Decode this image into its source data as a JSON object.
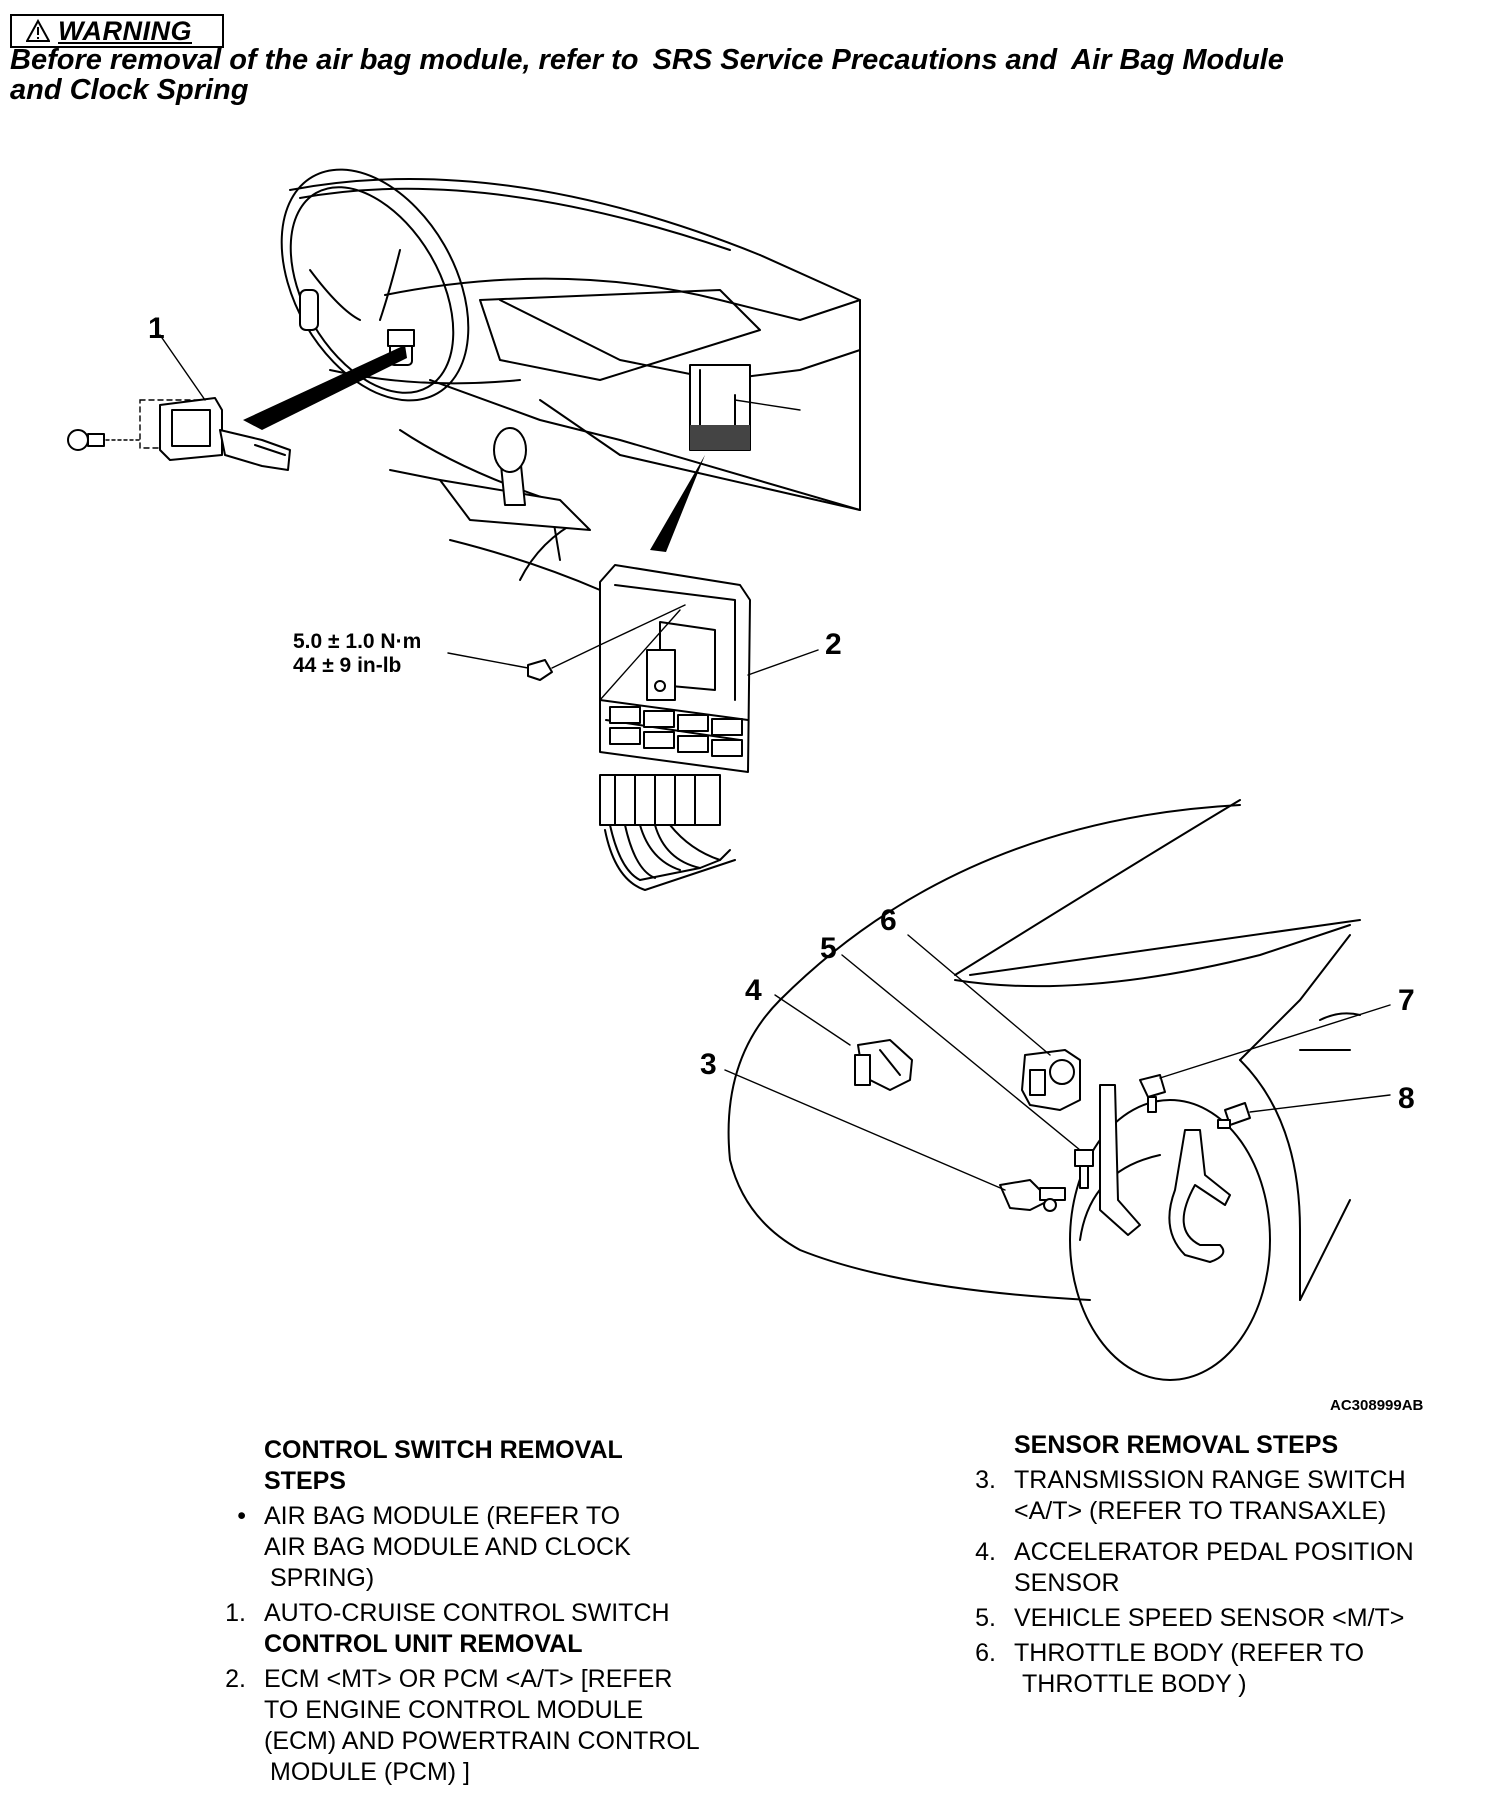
{
  "warning": {
    "label": "WARNING",
    "line1a": "Before removal of the air bag module, refer to",
    "line1b": "SRS Service Precautions and",
    "line1c": "Air Bag Module",
    "line2": "and Clock Spring"
  },
  "diagram": {
    "callouts": [
      "1",
      "2",
      "3",
      "4",
      "5",
      "6",
      "7",
      "8"
    ],
    "torque_nm": "5.0 ± 1.0 N·m",
    "torque_inlb": "44 ± 9 in-lb",
    "figure_id": "AC308999AB"
  },
  "control_switch_steps": {
    "heading_line1": "CONTROL SWITCH REMOVAL",
    "heading_line2": "STEPS",
    "items": [
      {
        "marker": "•",
        "lines": [
          "AIR BAG MODULE (REFER TO",
          "AIR BAG MODULE AND CLOCK",
          "SPRING)"
        ]
      },
      {
        "marker": "1.",
        "lines": [
          "AUTO-CRUISE CONTROL SWITCH"
        ]
      }
    ],
    "subheading": "CONTROL UNIT REMOVAL",
    "items2": [
      {
        "marker": "2.",
        "lines": [
          "ECM <MT> OR PCM <A/T> [REFER",
          "TO ENGINE  CONTROL MODULE",
          "(ECM) AND POWERTRAIN CONTROL",
          "MODULE  (PCM) ]"
        ]
      }
    ]
  },
  "sensor_steps": {
    "heading": "SENSOR REMOVAL STEPS",
    "items": [
      {
        "marker": "3.",
        "lines": [
          "TRANSMISSION RANGE SWITCH",
          "<A/T> (REFER TO TRANSAXLE)"
        ]
      },
      {
        "marker": "4.",
        "lines": [
          "ACCELERATOR PEDAL POSITION",
          "SENSOR"
        ]
      },
      {
        "marker": "5.",
        "lines": [
          "VEHICLE SPEED SENSOR <M/T>"
        ]
      },
      {
        "marker": "6.",
        "lines": [
          "THROTTLE BODY (REFER TO",
          "THROTTLE BODY )"
        ]
      }
    ]
  }
}
